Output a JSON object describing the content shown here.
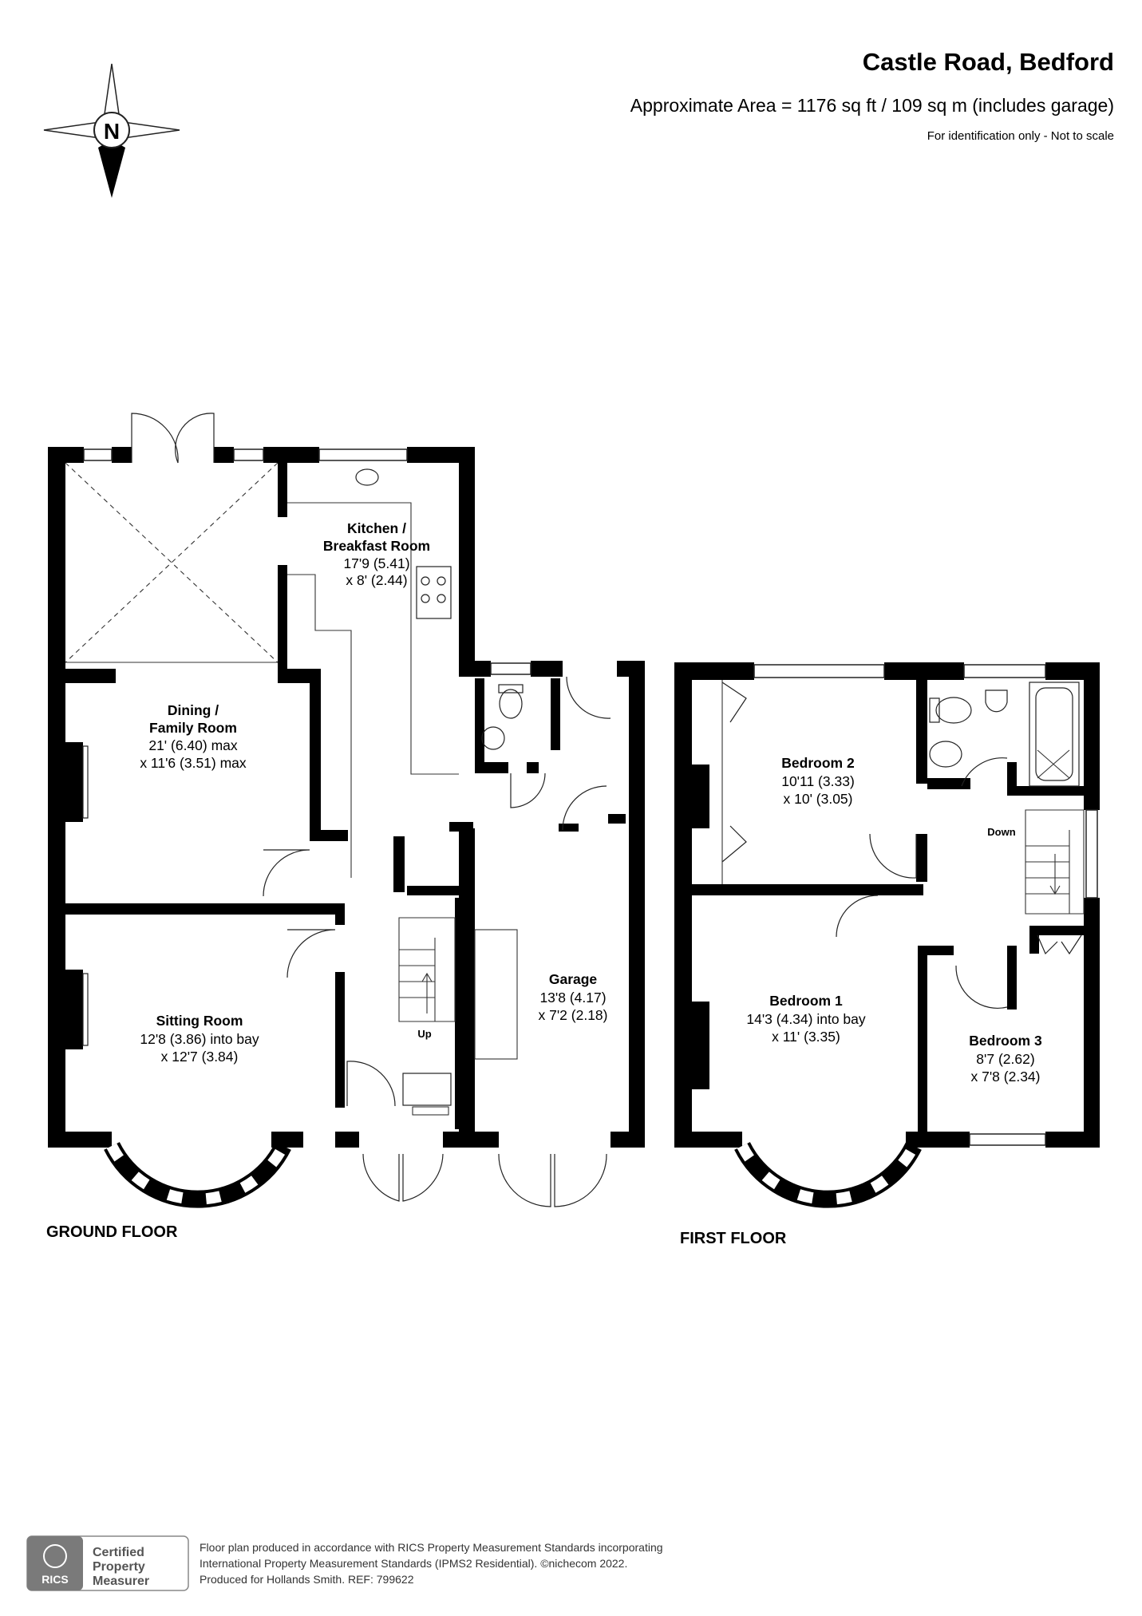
{
  "header": {
    "title": "Castle Road, Bedford",
    "area": "Approximate Area = 1176 sq ft / 109 sq m (includes garage)",
    "note": "For identification only - Not to scale"
  },
  "compass": {
    "letter": "N",
    "icon": "compass-icon"
  },
  "floors": [
    {
      "label": "GROUND FLOOR",
      "rooms": [
        {
          "id": "kitchen",
          "name": [
            "Kitchen /",
            "Breakfast Room"
          ],
          "dims": [
            "17'9 (5.41)",
            "x 8' (2.44)"
          ]
        },
        {
          "id": "dining",
          "name": [
            "Dining /",
            "Family Room"
          ],
          "dims": [
            "21' (6.40) max",
            "x 11'6 (3.51) max"
          ]
        },
        {
          "id": "sitting",
          "name": [
            "Sitting Room"
          ],
          "dims": [
            "12'8 (3.86) into bay",
            "x 12'7 (3.84)"
          ]
        },
        {
          "id": "garage",
          "name": [
            "Garage"
          ],
          "dims": [
            "13'8 (4.17)",
            "x 7'2 (2.18)"
          ]
        }
      ],
      "stair_label": "Up"
    },
    {
      "label": "FIRST FLOOR",
      "rooms": [
        {
          "id": "bedroom2",
          "name": [
            "Bedroom 2"
          ],
          "dims": [
            "10'11 (3.33)",
            "x 10' (3.05)"
          ]
        },
        {
          "id": "bedroom1",
          "name": [
            "Bedroom 1"
          ],
          "dims": [
            "14'3 (4.34) into bay",
            "x 11' (3.35)"
          ]
        },
        {
          "id": "bedroom3",
          "name": [
            "Bedroom 3"
          ],
          "dims": [
            "8'7 (2.62)",
            "x 7'8 (2.34)"
          ]
        }
      ],
      "stair_label": "Down"
    }
  ],
  "footer": {
    "badge": {
      "org": "RICS",
      "lines": [
        "Certified",
        "Property",
        "Measurer"
      ]
    },
    "text": [
      "Floor plan produced in accordance with RICS Property Measurement Standards incorporating",
      "International Property Measurement Standards (IPMS2 Residential).   ©nichecom 2022.",
      "Produced for Hollands Smith.   REF:  799622"
    ]
  }
}
